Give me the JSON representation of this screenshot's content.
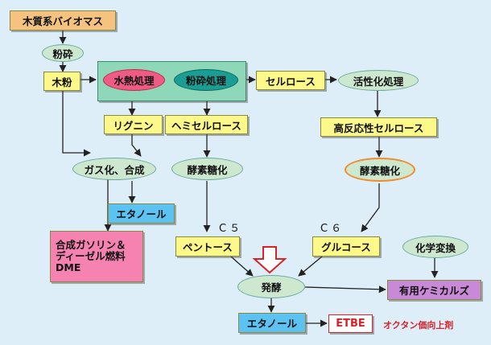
{
  "nodes": {
    "wood_biomass": "木質系バイオマス",
    "crushing": "粉砕",
    "wood_powder": "木粉",
    "hydrothermal": "水熱処理",
    "powder_treatment": "粉砕処理",
    "cellulose": "セルロース",
    "activation": "活性化処理",
    "lignin": "リグニン",
    "hemicellulose": "ヘミセルロース",
    "high_reactive_cellulose": "高反応性セルロース",
    "gasification": "ガス化、合成",
    "enzymatic_saccharification_1": "酵素糖化",
    "enzymatic_saccharification_2": "酵素糖化",
    "ethanol_1": "エタノール",
    "pentose": "ペントース",
    "glucose": "グルコース",
    "chemical_conversion": "化学変換",
    "synthetic_fuels": [
      "合成ガソリン＆",
      "ディーゼル燃料",
      "DME"
    ],
    "fermentation": "発酵",
    "useful_chemicals": "有用ケミカルズ",
    "ethanol_2": "エタノール",
    "etbe": "ETBE",
    "octane_improver": "オクタン価向上剤"
  },
  "labels": {
    "c5": "C５",
    "c6": "C６"
  },
  "colors": {
    "background": "#ddeef8",
    "yellow_box": "#fdf88a",
    "orange_box": "#f5c37f",
    "green_ellipse": "#cde8cf",
    "blue_box": "#5bc2f2",
    "pink_box": "#f582b0",
    "violet_box": "#c88ad6",
    "panel": "#8fd7b9",
    "hydrothermal_ellipse": "#f05b86",
    "powder_ellipse": "#1a9d93",
    "accent_red": "#d6232a"
  }
}
